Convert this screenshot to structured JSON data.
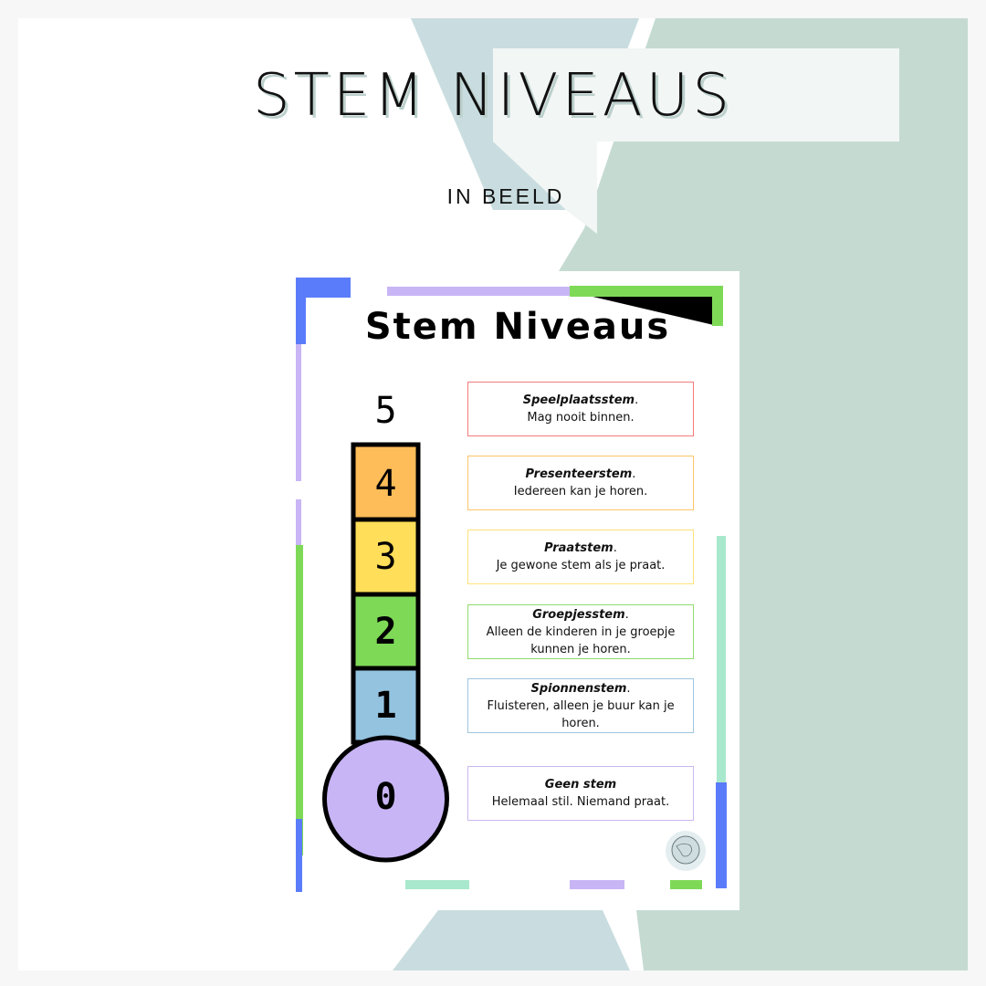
{
  "header": {
    "title": "STEM NIVEAUS",
    "subtitle": "IN BEELD"
  },
  "poster": {
    "title": "Stem Niveaus",
    "levels": [
      {
        "number": "5",
        "name": "Speelplaatsstem",
        "punct": ".",
        "desc": "Mag nooit binnen.",
        "color": "#ff5a5a",
        "border": "#f47a7a"
      },
      {
        "number": "4",
        "name": "Presenteerstem",
        "punct": ".",
        "desc": "Iedereen kan je horen.",
        "color": "#ffbd59",
        "border": "#ffc56b"
      },
      {
        "number": "3",
        "name": "Praatstem",
        "punct": ".",
        "desc": "Je gewone stem als je praat.",
        "color": "#ffde59",
        "border": "#ffe27a"
      },
      {
        "number": "2",
        "name": "Groepjesstem",
        "punct": ".",
        "desc": "Alleen de kinderen in je groepje kunnen je horen.",
        "color": "#7ed957",
        "border": "#8fdc6e"
      },
      {
        "number": "1",
        "name": "Spionnenstem",
        "punct": ".",
        "desc": "Fluisteren, alleen je buur kan je horen.",
        "color": "#94c3e0",
        "border": "#9fc6e0"
      },
      {
        "number": "0",
        "name": "Geen stem",
        "punct": "",
        "desc": "Helemaal stil. Niemand praat.",
        "color": "#c8b5f5",
        "border": "#c9b8f0"
      }
    ],
    "logo": "globe-logo"
  },
  "colors": {
    "sage": "#c5dbd2",
    "teal": "#c9dde0",
    "banner": "#f2f6f5"
  }
}
